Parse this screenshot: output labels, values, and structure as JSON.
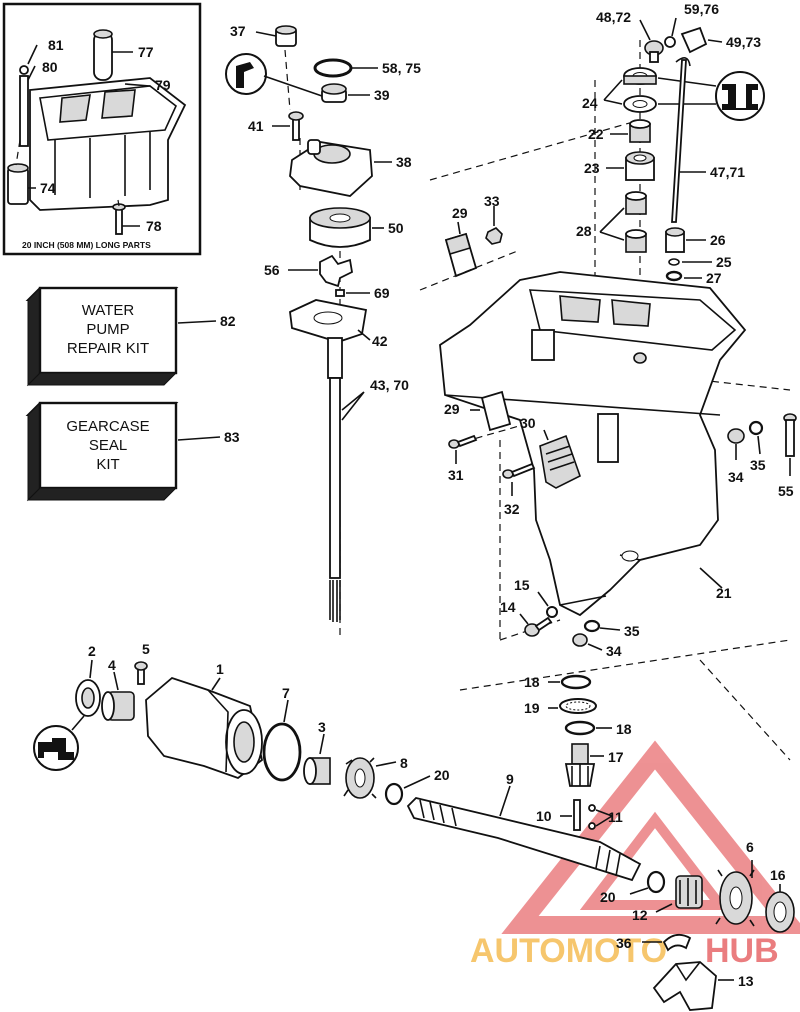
{
  "inset": {
    "caption": "20 INCH (508 MM) LONG PARTS",
    "callouts": [
      "81",
      "80",
      "77",
      "79",
      "74",
      "78"
    ]
  },
  "kits": [
    {
      "lines": [
        "WATER",
        "PUMP",
        "REPAIR KIT"
      ],
      "number": "82"
    },
    {
      "lines": [
        "GEARCASE",
        "SEAL",
        "KIT"
      ],
      "number": "83"
    }
  ],
  "callouts": {
    "c37": "37",
    "c58": "58, 75",
    "c39": "39",
    "c41": "41",
    "c38": "38",
    "c50": "50",
    "c56": "56",
    "c69": "69",
    "c42": "42",
    "c43": "43, 70",
    "c48": "48,72",
    "c59": "59,76",
    "c49": "49,73",
    "c24": "24",
    "c22": "22",
    "c23": "23",
    "c47": "47,71",
    "c28": "28",
    "c26": "26",
    "c25": "25",
    "c27": "27",
    "c29a": "29",
    "c33": "33",
    "c29b": "29",
    "c31": "31",
    "c30": "30",
    "c32": "32",
    "c34a": "34",
    "c35a": "35",
    "c55": "55",
    "c21": "21",
    "c15": "15",
    "c14": "14",
    "c35b": "35",
    "c34b": "34",
    "c2": "2",
    "c4": "4",
    "c5": "5",
    "c1": "1",
    "c7": "7",
    "c3": "3",
    "c8": "8",
    "c20a": "20",
    "c9": "9",
    "c18a": "18",
    "c19": "19",
    "c18b": "18",
    "c17": "17",
    "c10": "10",
    "c11": "11",
    "c6": "6",
    "c16": "16",
    "c20b": "20",
    "c12": "12",
    "c36": "36",
    "c13": "13"
  },
  "watermark": {
    "left": "AUTOMOTO",
    "right": "HUB",
    "accent": "#e0393c",
    "gold": "#f3b33d"
  }
}
